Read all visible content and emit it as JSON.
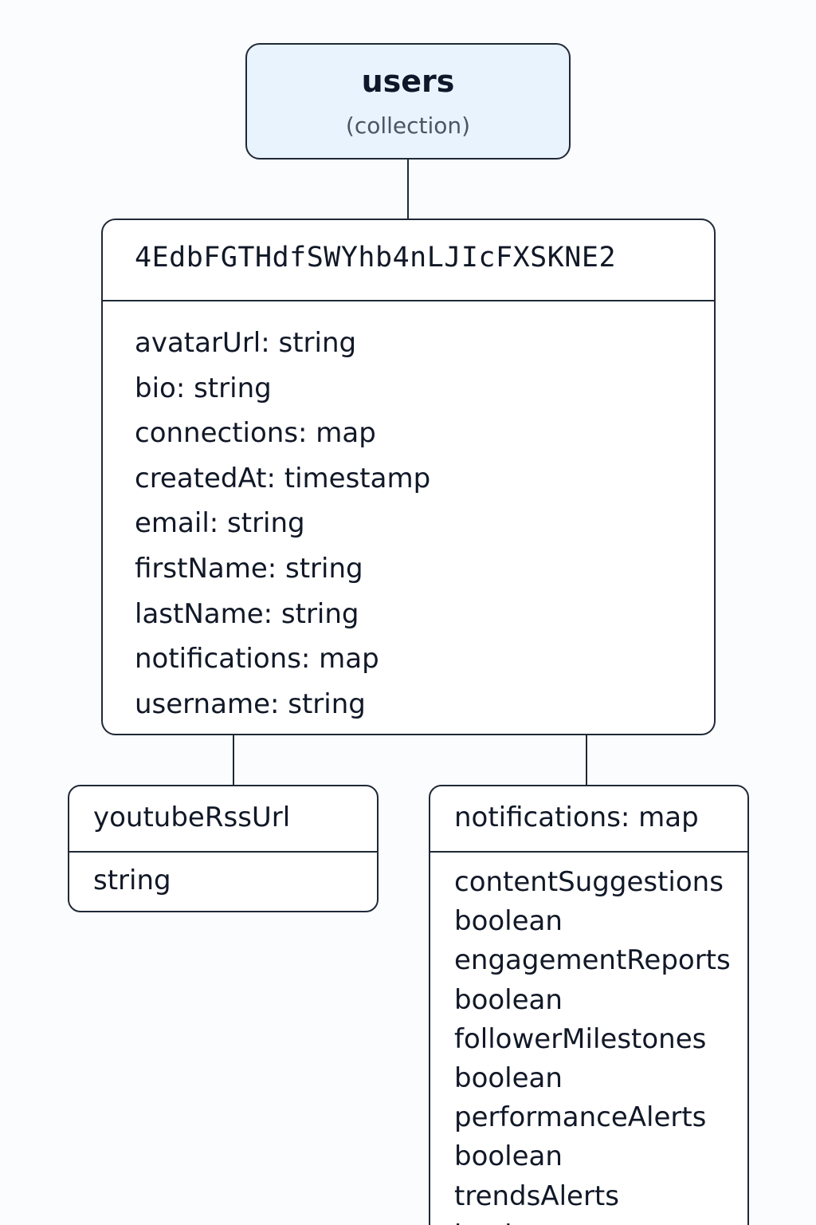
{
  "collection": {
    "title": "users",
    "subtitle": "(collection)"
  },
  "document": {
    "id": "4EdbFGTHdfSWYhb4nLJIcFXSKNE2",
    "fields": [
      "avatarUrl: string",
      "bio: string",
      "connections: map",
      "createdAt: timestamp",
      "email: string",
      "firstName: string",
      "lastName: string",
      "notifications: map",
      "username: string"
    ]
  },
  "youtube_field": {
    "title": "youtubeRssUrl",
    "type": "string"
  },
  "notifications_map": {
    "title": "notifications: map",
    "fields": [
      "contentSuggestions",
      "boolean",
      "engagementReports",
      "boolean",
      "followerMilestones",
      "boolean",
      "performanceAlerts",
      "boolean",
      "trendsAlerts",
      "boolean"
    ]
  }
}
